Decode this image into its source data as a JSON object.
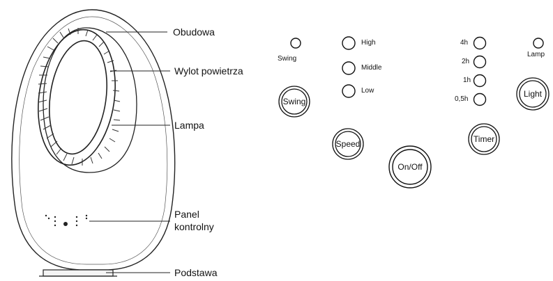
{
  "device_labels": {
    "housing": "Obudowa",
    "air_outlet": "Wylot powietrza",
    "lamp": "Lampa",
    "control_panel_line1": "Panel",
    "control_panel_line2": "kontrolny",
    "base": "Podstawa"
  },
  "panel": {
    "swing_indicator": "Swing",
    "speed_indicators": [
      "High",
      "Middle",
      "Low"
    ],
    "timer_indicators": [
      "4h",
      "2h",
      "1h",
      "0,5h"
    ],
    "lamp_indicator": "Lamp",
    "buttons": {
      "swing": "Swing",
      "speed": "Speed",
      "on_off": "On/Off",
      "timer": "Timer",
      "light": "Light"
    }
  }
}
